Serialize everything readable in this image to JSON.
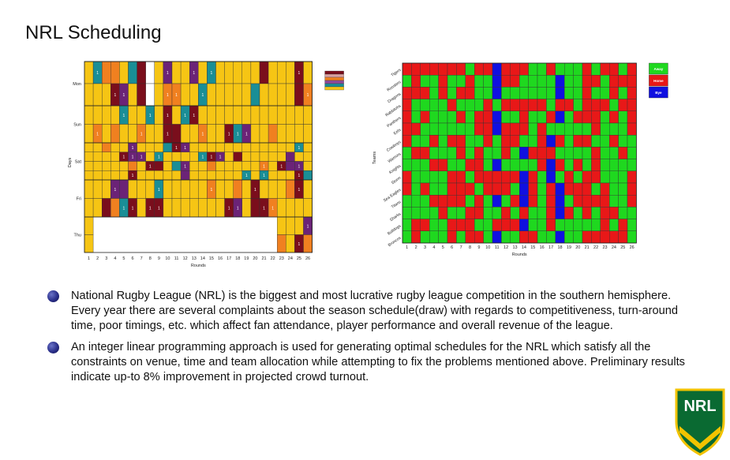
{
  "slide": {
    "title": "NRL Scheduling",
    "bullets": [
      "National Rugby League (NRL) is the biggest and most lucrative rugby league competition in the southern hemisphere. Every year there are several complaints about the season schedule(draw) with regards to competitiveness, turn-around time, poor timings, etc. which affect fan attendance, player performance and overall revenue of the league.",
      "An integer linear programming approach is used for generating optimal schedules for the NRL which satisfy all the constraints on venue, time and team allocation while attempting to fix the problems mentioned above. Preliminary results indicate up-to 8% improvement in projected crowd turnout."
    ],
    "logo_text": "NRL"
  },
  "colors": {
    "yellow": "#f6c514",
    "teal": "#1a8e96",
    "maroon": "#7a0e1c",
    "purple": "#6b2377",
    "orange": "#f08020",
    "green": "#1fd81f",
    "red": "#e81818",
    "blue": "#1010e0",
    "bullet": "#2a2f8a",
    "logo_green": "#0a6a32",
    "logo_gold": "#f2c300"
  },
  "chart_data": [
    {
      "type": "heatmap",
      "xlabel": "Rounds",
      "ylabel": "Days",
      "x": [
        "1",
        "2",
        "3",
        "4",
        "5",
        "6",
        "7",
        "8",
        "9",
        "10",
        "11",
        "12",
        "13",
        "14",
        "15",
        "16",
        "17",
        "18",
        "19",
        "20",
        "21",
        "22",
        "23",
        "24",
        "25",
        "26"
      ],
      "y": [
        "Mon",
        "Sun",
        "Sat",
        "Fri",
        "Thu"
      ],
      "legend": "top-right"
    },
    {
      "type": "heatmap",
      "xlabel": "Rounds",
      "ylabel": "Teams",
      "x": [
        "1",
        "2",
        "3",
        "4",
        "5",
        "6",
        "7",
        "8",
        "9",
        "10",
        "11",
        "12",
        "13",
        "14",
        "15",
        "16",
        "17",
        "18",
        "19",
        "20",
        "21",
        "22",
        "23",
        "24",
        "25",
        "26"
      ],
      "y": [
        "Tigers",
        "Roosters",
        "Dragons",
        "Rabbitohs",
        "Panthers",
        "Eels",
        "Cowboys",
        "Warriors",
        "Knights",
        "Storm",
        "Sea Eagles",
        "Titans",
        "Sharks",
        "Bulldogs",
        "Broncos"
      ],
      "legend_entries": [
        "Away",
        "Home",
        "Bye"
      ],
      "bye_rounds": [
        "11",
        "14",
        "17",
        "18"
      ],
      "legend": "top-right"
    }
  ]
}
